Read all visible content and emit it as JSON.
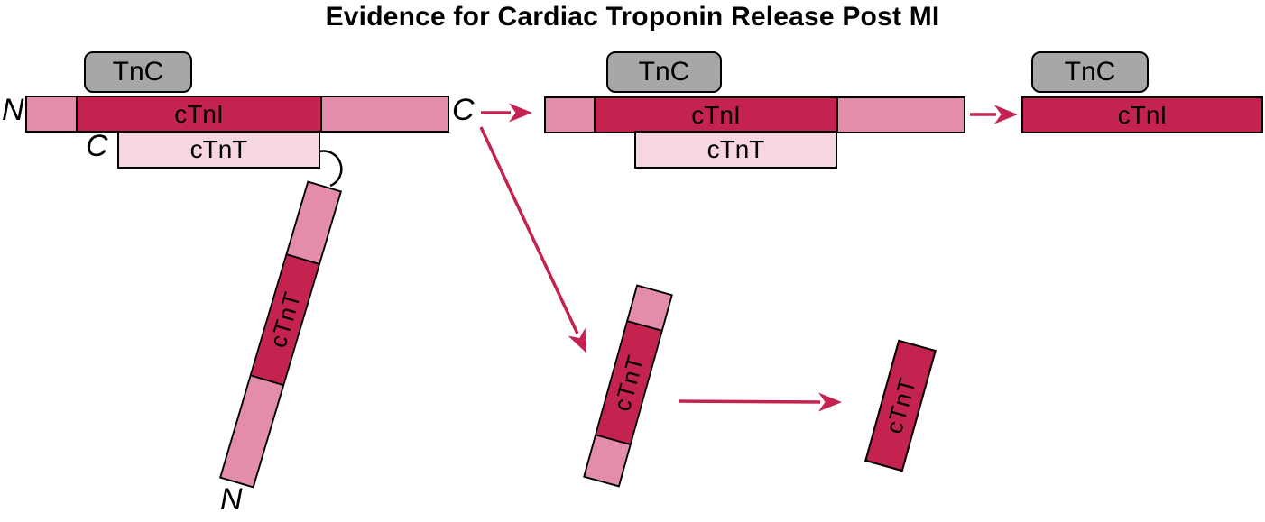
{
  "title": "Evidence for Cardiac Troponin Release Post MI",
  "colors": {
    "dark_red": "#c5234f",
    "pink": "#e48cab",
    "light_pink": "#f6d6e1",
    "gray": "#a7a7a9",
    "arrow": "#c5234f"
  },
  "stage1": {
    "tnc_label": "TnC",
    "ctni_label": "cTnI",
    "ctnt_label": "cTnT",
    "n_terminus": "N",
    "c_terminus": "C",
    "ctnt_c_terminus": "C",
    "tail_ctnt_label": "cTnT",
    "tail_n_terminus": "N"
  },
  "stage2": {
    "tnc_label": "TnC",
    "ctni_label": "cTnI",
    "ctnt_label": "cTnT"
  },
  "stage3": {
    "tnc_label": "TnC",
    "ctni_label": "cTnI"
  },
  "released_fragments": {
    "ctnt_fragment_label": "cTnT",
    "ctnt_free_label": "cTnT"
  }
}
